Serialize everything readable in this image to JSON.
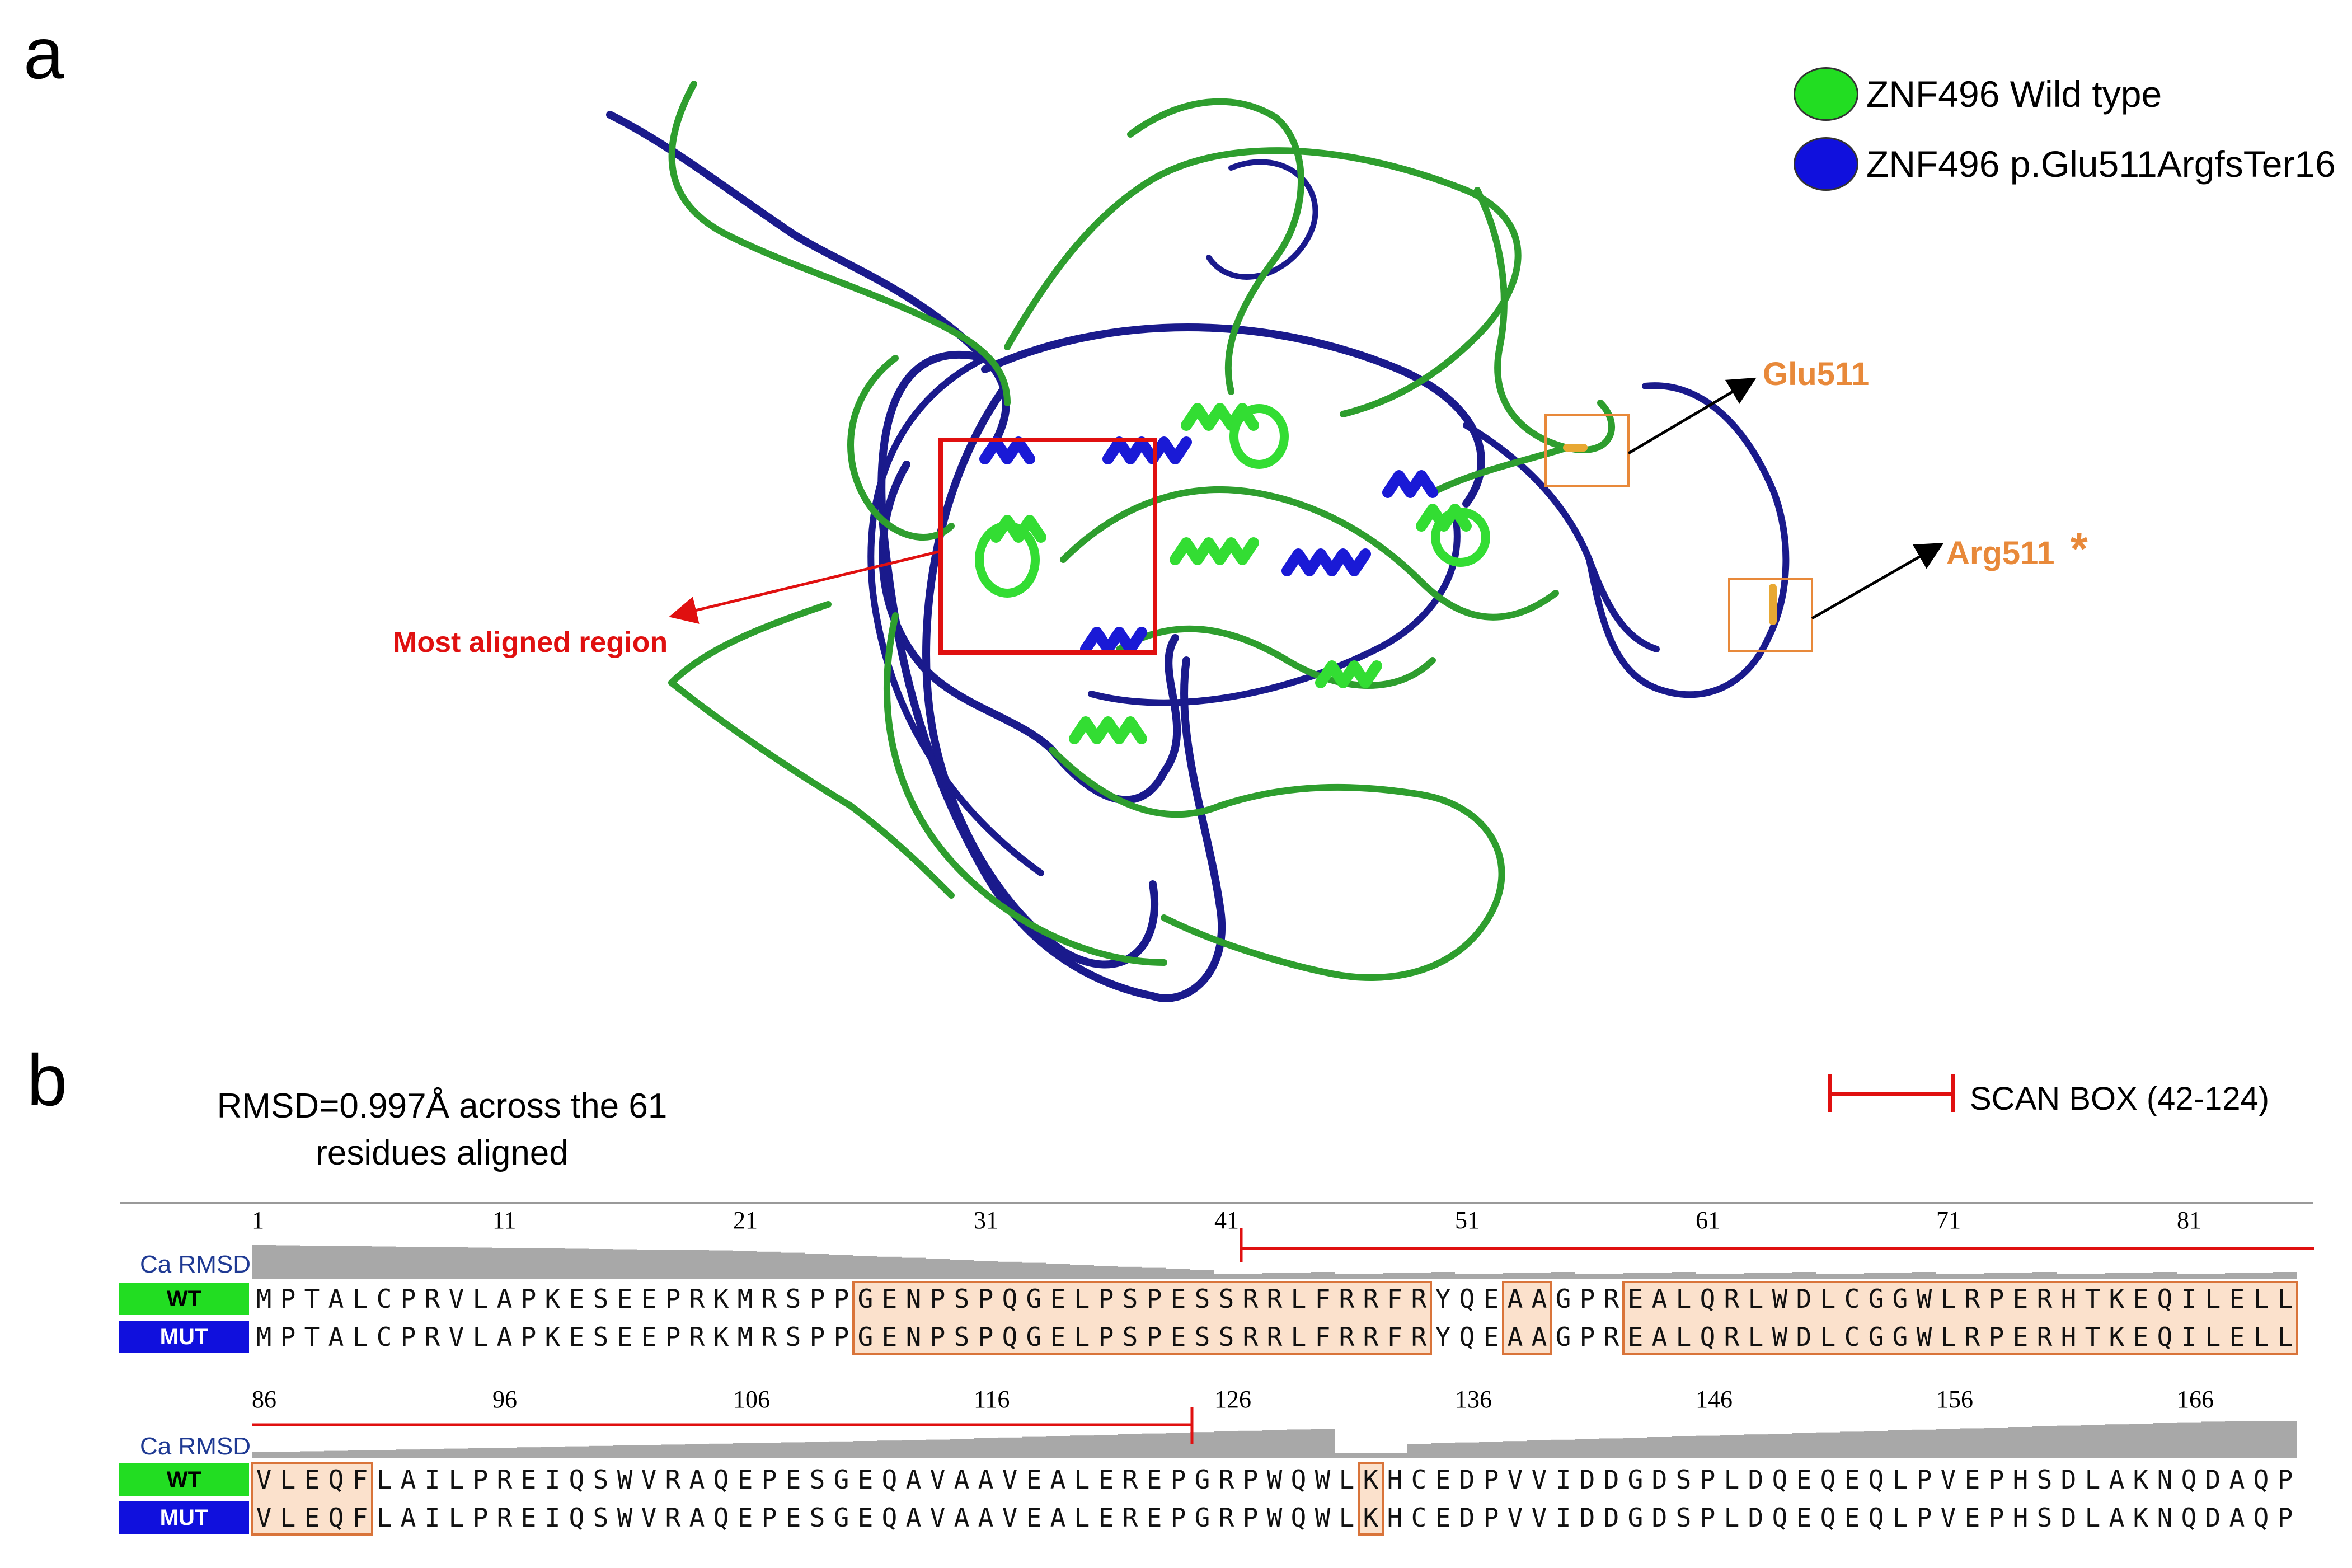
{
  "panel_a": {
    "letter": "a",
    "legend": [
      {
        "label": "ZNF496 Wild type",
        "color": "#22DD22"
      },
      {
        "label": "ZNF496 p.Glu511ArgfsTer16",
        "color": "#1010DD"
      }
    ],
    "glu_label": "Glu511",
    "arg_label": "Arg511",
    "arg_star": "*",
    "region_label": "Most aligned region",
    "colors": {
      "wt": "#2E9E2E",
      "wt_helix": "#33DD33",
      "mut": "#1A1A8C",
      "mut_helix": "#1A1AD6",
      "highlight": "#E8893A",
      "red": "#E01010"
    }
  },
  "panel_b": {
    "letter": "b",
    "caption_line1": "RMSD=0.997Å across the 61",
    "caption_line2": "residues aligned",
    "scan_box_label": "SCAN BOX (42-124)",
    "rmsd_track_label": "Ca RMSD",
    "wt_label": "WT",
    "mut_label": "MUT",
    "wt_color": "#22DD22",
    "mut_color": "#1010DD",
    "row1": {
      "numbers": [
        "1",
        "11",
        "21",
        "31",
        "41",
        "51",
        "61",
        "71",
        "81"
      ],
      "sequence": "MPTALCPRVLAPKESEEPRKMRSPPGENPSPQGELPSPESSRRLFRRFRYQEAAGPREALQRLWDLCGGWLRPERHTKEQILELL",
      "highlight_ranges": [
        [
          26,
          49
        ],
        [
          53,
          54
        ],
        [
          58,
          85
        ]
      ]
    },
    "row2": {
      "numbers": [
        "86",
        "96",
        "106",
        "116",
        "126",
        "136",
        "146",
        "156",
        "166"
      ],
      "sequence": "VLEQFLAILPREIQSWVRAQEPESGEQAVAAVEALEREPGRPWQWLKHCEDPVVIDDGDSPLDQEQEQLPVEPHSDLAKNQDAQP",
      "highlight_ranges": [
        [
          1,
          5
        ],
        [
          47,
          47
        ]
      ]
    }
  }
}
